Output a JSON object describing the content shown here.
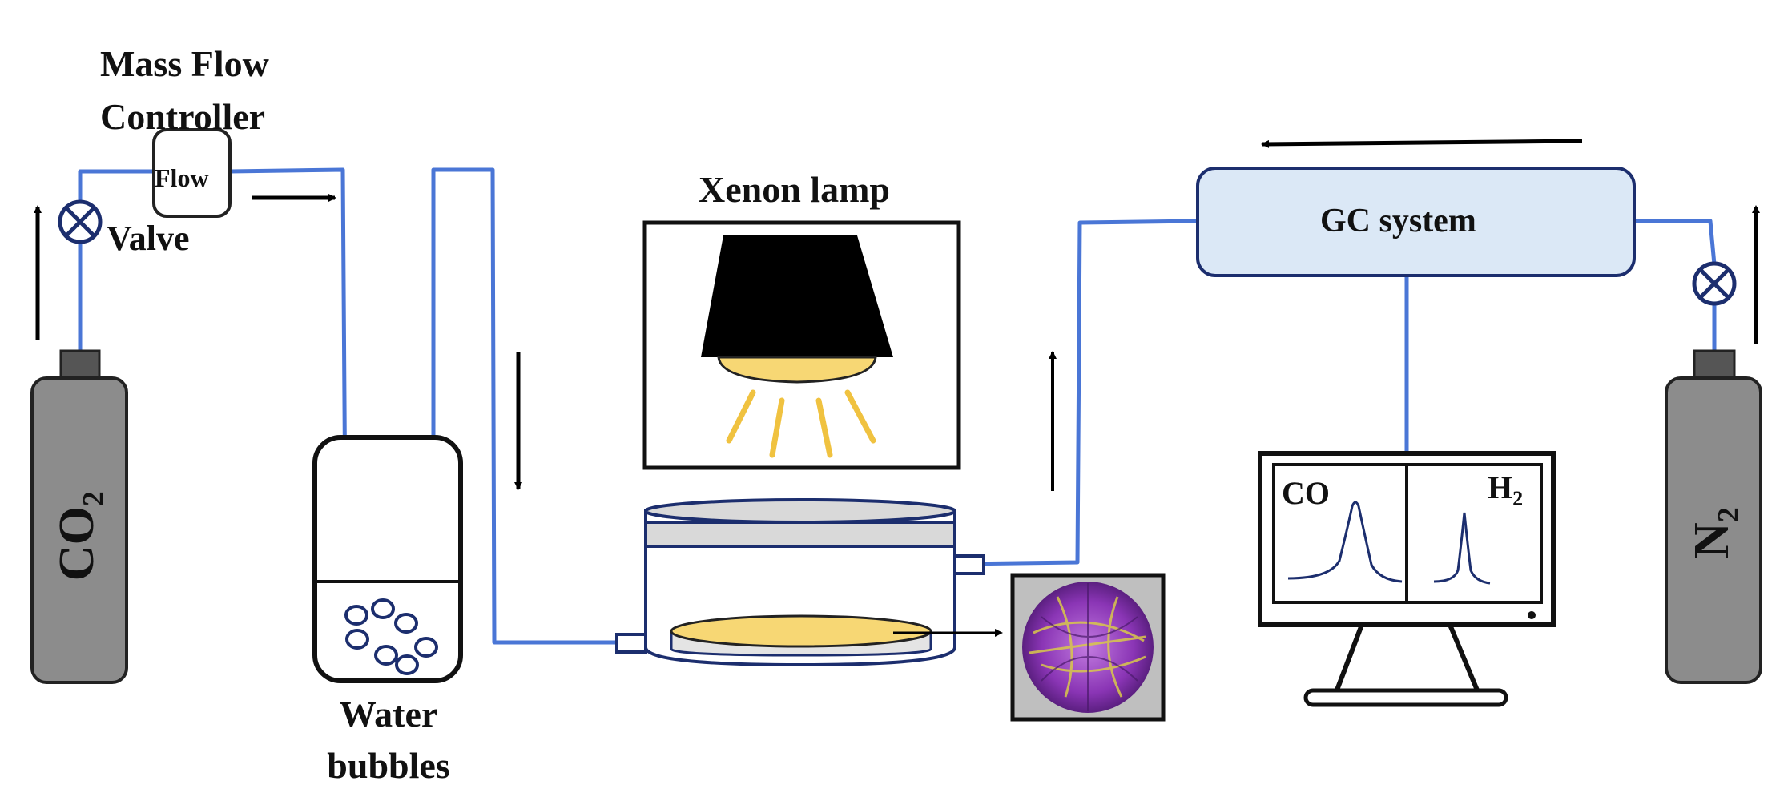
{
  "labels": {
    "mass_flow_controller": "Mass Flow\nController",
    "flow": "Flow",
    "valve": "Valve",
    "water_bubbles": "Water\nbubbles",
    "xenon_lamp": "Xenon lamp",
    "gc_system": "GC system",
    "co": "CO",
    "h2_main": "H",
    "h2_sub": "2",
    "co2_main": "CO",
    "co2_sub": "2",
    "n2_main": "N",
    "n2_sub": "2"
  },
  "colors": {
    "tubing": "#4a76d6",
    "cylinder": "#8c8c8c",
    "cylinder_cap": "#555555",
    "gc_fill": "#dbe8f6",
    "light": "#f7d774",
    "light_rays": "#f0c240",
    "catalyst": "#9b3fc4",
    "sample_frame": "#bfbfbf"
  }
}
